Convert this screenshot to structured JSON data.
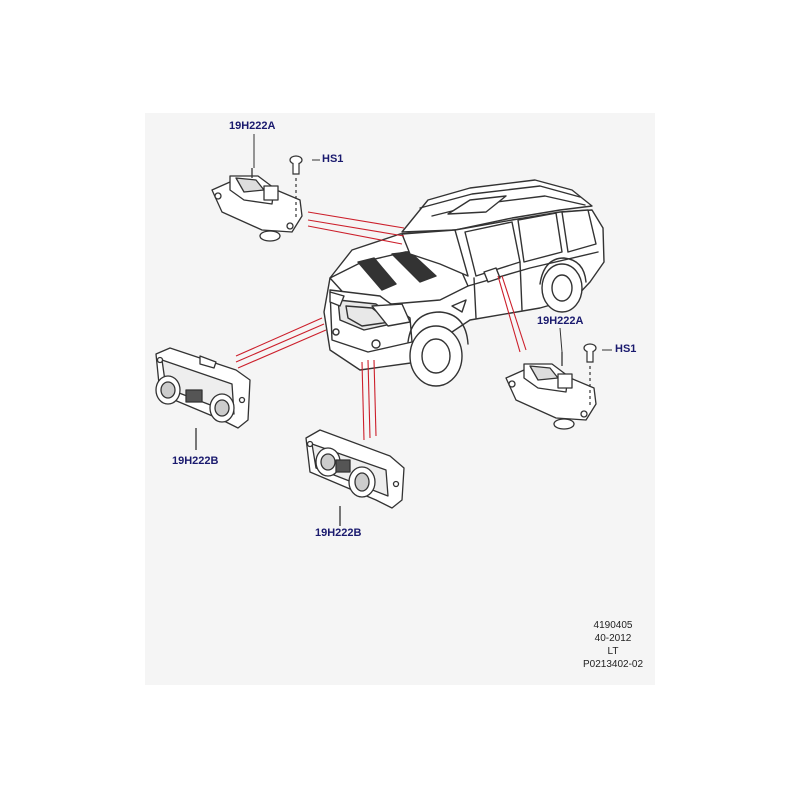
{
  "colors": {
    "panel_background": "#f5f5f5",
    "label_text": "#1a1a6e",
    "leader_line": "#cc1f2b",
    "drawing_stroke": "#333333"
  },
  "labels": {
    "module_a_top": "19H222A",
    "screw_top": "HS1",
    "module_a_right": "19H222A",
    "screw_right": "HS1",
    "sensor_b_left": "19H222B",
    "sensor_b_center": "19H222B"
  },
  "info_block": {
    "line1": "4190405",
    "line2": "40-2012",
    "line3": "LT",
    "line4": "P0213402-02"
  }
}
